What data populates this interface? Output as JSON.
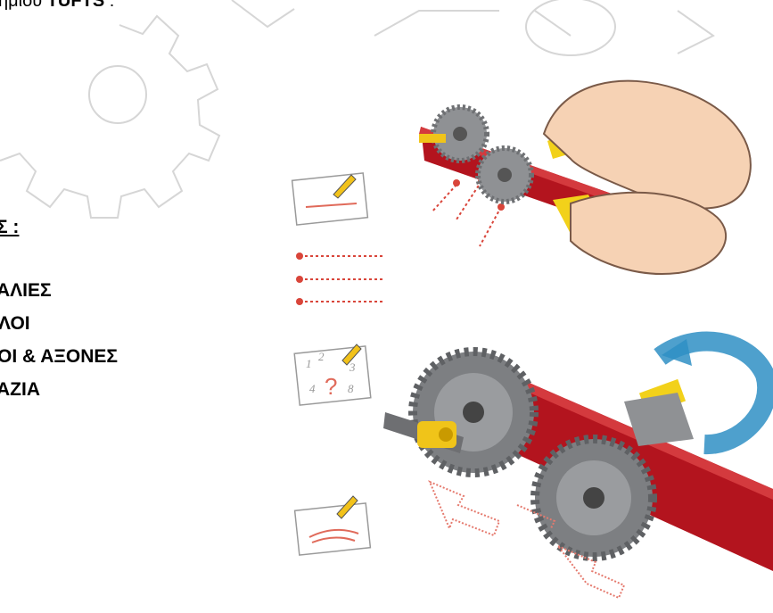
{
  "intro": {
    "prefix": "ημίου ",
    "brand": "TUFTS",
    "suffix": " :"
  },
  "section_heading": "Σ :",
  "topics": [
    "ΑΛΙΕΣ",
    "ΛΟΙ",
    "ΟΙ & ΑΞΟΝΕΣ",
    "ΑΖΙΑ"
  ],
  "cards": {
    "middle_digits": [
      "1",
      "2",
      "3",
      "4",
      "?",
      "8"
    ]
  },
  "colors": {
    "beam_red": "#c9202a",
    "gear_grey": "#7d7f82",
    "accent_yellow": "#f2d11a",
    "arrow_blue": "#2f8fc4",
    "hint_red": "#d9453a"
  }
}
